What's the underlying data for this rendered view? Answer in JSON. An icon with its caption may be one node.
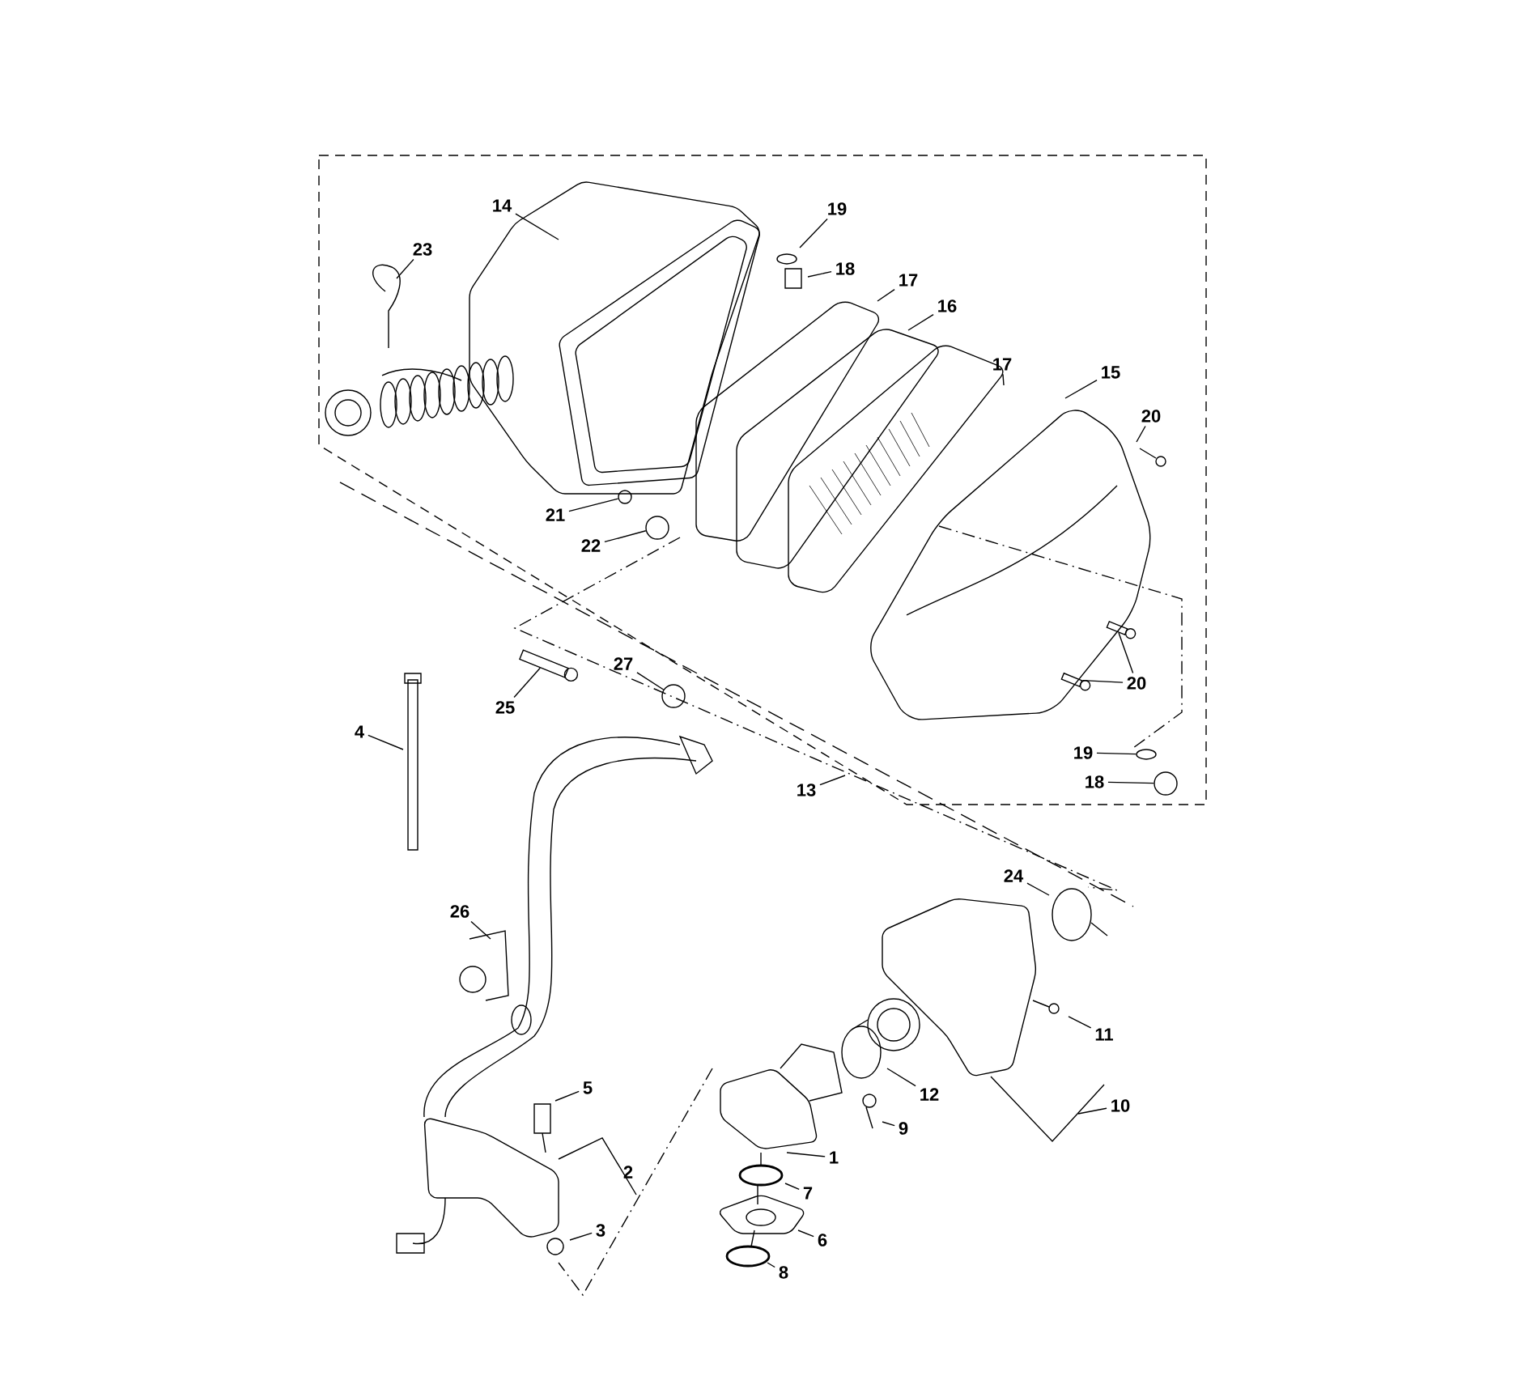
{
  "diagram": {
    "nodes": [
      {
        "text": [
          "14"
        ]
      },
      {
        "text": [
          "19"
        ]
      },
      {
        "text": [
          "23"
        ]
      },
      {
        "text": [
          "18"
        ]
      },
      {
        "text": [
          "17"
        ]
      },
      {
        "text": [
          "16"
        ]
      },
      {
        "text": [
          "17"
        ]
      },
      {
        "text": [
          "15"
        ]
      },
      {
        "text": [
          "20"
        ]
      },
      {
        "text": [
          "21"
        ]
      },
      {
        "text": [
          "22"
        ]
      },
      {
        "text": [
          "27"
        ]
      },
      {
        "text": [
          "20"
        ]
      },
      {
        "text": [
          "25"
        ]
      },
      {
        "text": [
          "4"
        ]
      },
      {
        "text": [
          "19"
        ]
      },
      {
        "text": [
          "18"
        ]
      },
      {
        "text": [
          "13"
        ]
      },
      {
        "text": [
          "24"
        ]
      },
      {
        "text": [
          "26"
        ]
      },
      {
        "text": [
          "11"
        ]
      },
      {
        "text": [
          "5"
        ]
      },
      {
        "text": [
          "12"
        ]
      },
      {
        "text": [
          "10"
        ]
      },
      {
        "text": [
          "9"
        ]
      },
      {
        "text": [
          "1"
        ]
      },
      {
        "text": [
          "2"
        ]
      },
      {
        "text": [
          "7"
        ]
      },
      {
        "text": [
          "3"
        ]
      },
      {
        "text": [
          "6"
        ]
      },
      {
        "text": [
          "8"
        ]
      },
      {
        "text": [],
        "shape": "circle"
      },
      {
        "text": [],
        "shape": "circle"
      },
      {
        "text": [],
        "shape": "circle"
      },
      {
        "text": [],
        "shape": "bolt"
      },
      {
        "text": [],
        "shape": "screw"
      },
      {
        "text": [],
        "shape": "screw"
      },
      {
        "text": [],
        "shape": "ellipse"
      },
      {
        "text": [],
        "shape": "circle"
      }
    ],
    "edges": [
      {
        "from": 0,
        "to": null,
        "arrow": "none"
      },
      {
        "from": 1,
        "to": null,
        "arrow": "none"
      },
      {
        "from": 2,
        "to": null,
        "arrow": "none"
      },
      {
        "from": 3,
        "to": null,
        "arrow": "none"
      },
      {
        "from": 4,
        "to": null,
        "arrow": "none"
      },
      {
        "from": 5,
        "to": null,
        "arrow": "none"
      },
      {
        "from": 6,
        "to": null,
        "arrow": "none"
      },
      {
        "from": 7,
        "to": null,
        "arrow": "none"
      },
      {
        "from": 8,
        "to": null,
        "arrow": "none"
      },
      {
        "from": 9,
        "to": 31,
        "arrow": "none"
      },
      {
        "from": 10,
        "to": 32,
        "arrow": "none"
      },
      {
        "from": 11,
        "to": 33,
        "arrow": "none"
      },
      {
        "from": 12,
        "to": 35,
        "arrow": "none"
      },
      {
        "from": 12,
        "to": 36,
        "arrow": "none"
      },
      {
        "from": 13,
        "to": 34,
        "arrow": "none"
      },
      {
        "from": 14,
        "to": null,
        "arrow": "none"
      },
      {
        "from": 15,
        "to": 37,
        "arrow": "none"
      },
      {
        "from": 16,
        "to": 38,
        "arrow": "none"
      },
      {
        "from": 17,
        "to": null,
        "arrow": "none"
      },
      {
        "from": 18,
        "to": null,
        "arrow": "none"
      },
      {
        "from": 19,
        "to": null,
        "arrow": "none"
      },
      {
        "from": 20,
        "to": null,
        "arrow": "none"
      },
      {
        "from": 21,
        "to": null,
        "arrow": "none"
      },
      {
        "from": 22,
        "to": null,
        "arrow": "none"
      },
      {
        "from": 23,
        "to": null,
        "arrow": "none"
      },
      {
        "from": 24,
        "to": null,
        "arrow": "none"
      },
      {
        "from": 25,
        "to": null,
        "arrow": "none"
      },
      {
        "from": 26,
        "to": null,
        "arrow": "none"
      },
      {
        "from": 27,
        "to": null,
        "arrow": "none"
      },
      {
        "from": 28,
        "to": null,
        "arrow": "none"
      },
      {
        "from": 29,
        "to": null,
        "arrow": "none"
      },
      {
        "from": 30,
        "to": null,
        "arrow": "none"
      }
    ]
  }
}
